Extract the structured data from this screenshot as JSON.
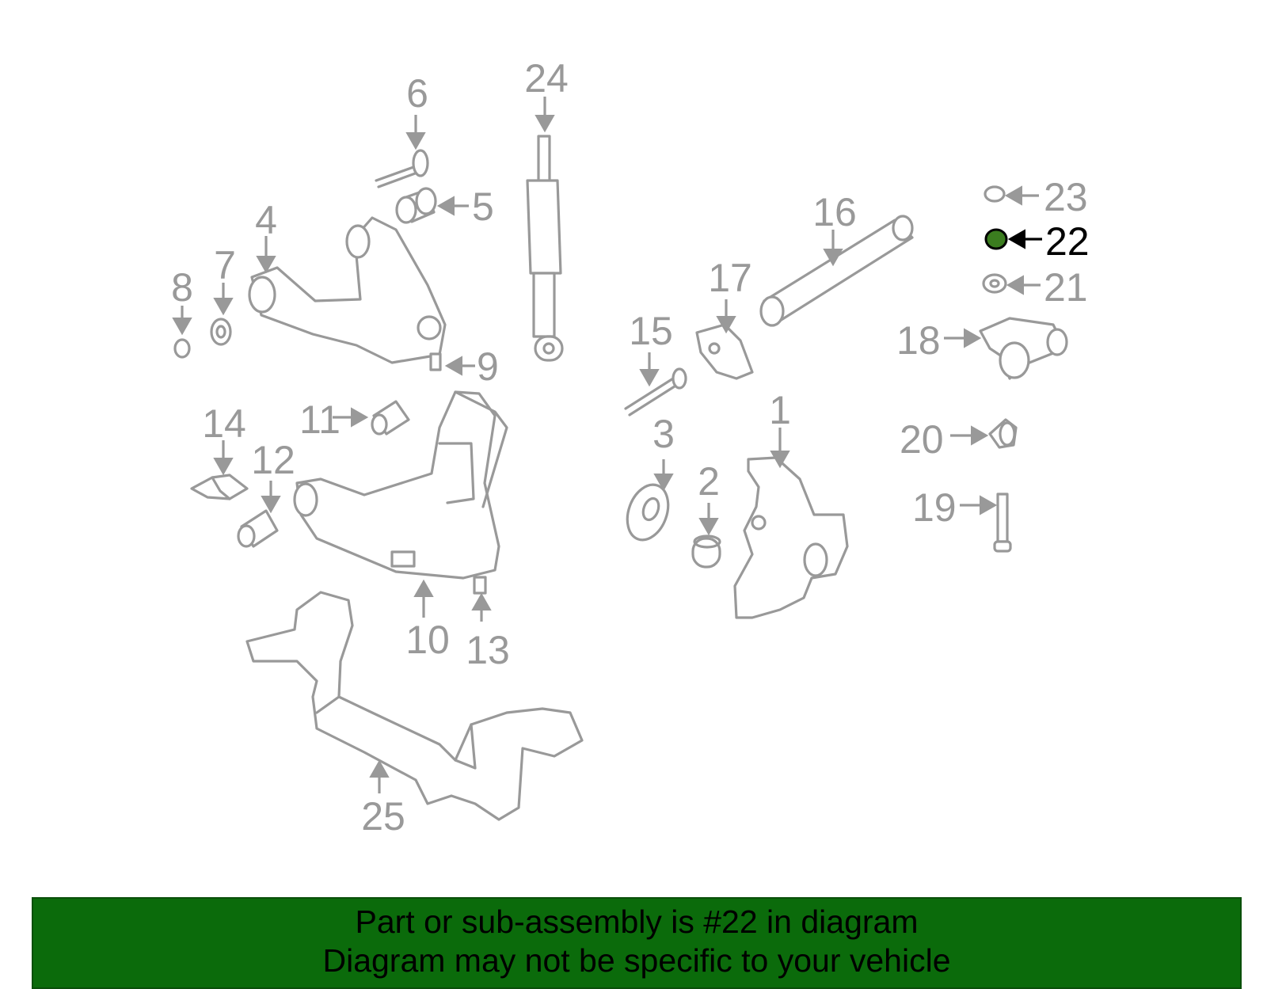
{
  "diagram": {
    "highlight_color": "#3b7d1f",
    "line_color": "#999999",
    "selected_part": "22",
    "labels": {
      "p1": "1",
      "p2": "2",
      "p3": "3",
      "p4": "4",
      "p5": "5",
      "p6": "6",
      "p7": "7",
      "p8": "8",
      "p9": "9",
      "p10": "10",
      "p11": "11",
      "p12": "12",
      "p13": "13",
      "p14": "14",
      "p15": "15",
      "p16": "16",
      "p17": "17",
      "p18": "18",
      "p19": "19",
      "p20": "20",
      "p21": "21",
      "p22": "22",
      "p23": "23",
      "p24": "24",
      "p25": "25"
    }
  },
  "banner": {
    "background": "#0b6b0b",
    "line1": "Part or sub-assembly is #22 in diagram",
    "line2": "Diagram may not be specific to your vehicle"
  }
}
